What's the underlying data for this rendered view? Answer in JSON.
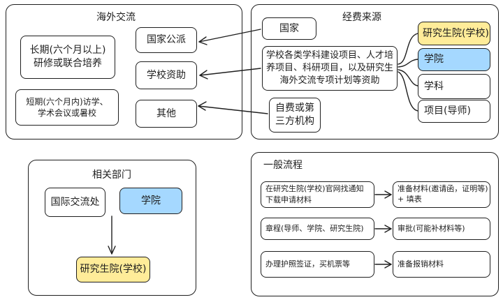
{
  "overseas": {
    "title": "海外交流",
    "long_term": "长期(六个月以上)\n研修或联合培养",
    "short_term": "短期(六个月内)访学、\n学术会议或暑校",
    "national": "国家公派",
    "school_funded": "学校资助",
    "other": "其他"
  },
  "funding": {
    "title": "经费来源",
    "country": "国家",
    "school_projects": "学校各类学科建设项目、人才培养项目、科研项目，以及研究生海外交流专项计划等资助",
    "self_funded": "自费或第\n三方机构",
    "sources": [
      {
        "label": "研究生院(学校)",
        "color": "#ffec99"
      },
      {
        "label": "学院",
        "color": "#a5d8ff"
      },
      {
        "label": "学科",
        "color": "#ffffff"
      },
      {
        "label": "项目(导师)",
        "color": "#ffffff"
      }
    ]
  },
  "departments": {
    "title": "相关部门",
    "intl_office": "国际交流处",
    "college": "学院",
    "grad_school": "研究生院(学校)"
  },
  "process": {
    "title": "一般流程",
    "steps": [
      {
        "left": "在研究生院(学校)官网找通知下载申请材料",
        "right": "准备材料(邀请函，证明等)\n+ 填表"
      },
      {
        "left": "章程(导师、学院、研究生院)",
        "right": "审批(可能补材料等)"
      },
      {
        "left": "办理护照签证，买机票等",
        "right": "准备报销材料"
      }
    ]
  }
}
